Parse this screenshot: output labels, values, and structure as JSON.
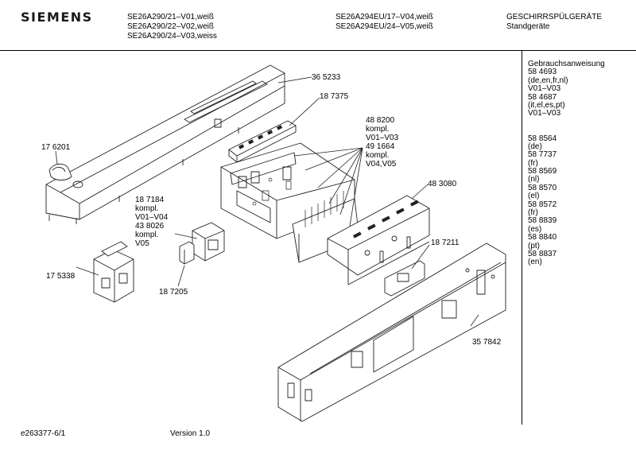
{
  "header": {
    "brand": "SIEMENS",
    "models_a": [
      "SE26A290/21–V01,weiß",
      "SE26A290/22–V02,weiß",
      "SE26A290/24–V03,weiss"
    ],
    "models_b": [
      "SE26A294EU/17–V04,weiß",
      "SE26A294EU/24–V05,weiß"
    ],
    "category": [
      "GESCHIRRSPÜLGERÄTE",
      "Standgeräte"
    ]
  },
  "side_notes": {
    "group1": [
      "Gebrauchsanweisung",
      "58 4693",
      "(de,en,fr,nl)",
      "V01–V03",
      "58 4687",
      "(it,el,es,pt)",
      "V01–V03"
    ],
    "group2": [
      "58 8564",
      "(de)",
      "58 7737",
      "(fr)",
      "58 8569",
      "(nl)",
      "58 8570",
      "(el)",
      "58 8572",
      "(fr)",
      "58 8839",
      "(es)",
      "58 8840",
      "(pt)",
      "58 8837",
      "(en)"
    ]
  },
  "parts": {
    "p365233": "36 5233",
    "p187375": "18 7375",
    "p176201": "17 6201",
    "p488200": [
      "48 8200",
      "kompl.",
      "V01–V03",
      "49 1664",
      "kompl.",
      "V04,V05"
    ],
    "p187184": [
      "18 7184",
      "kompl.",
      "V01–V04",
      "43 8026",
      "kompl.",
      "V05"
    ],
    "p483080": "48 3080",
    "p175338": "17 5338",
    "p187205": "18 7205",
    "p187211": "18 7211",
    "p357842": "35 7842"
  },
  "footer": {
    "doc_id": "e263377-6/1",
    "version": "Version 1.0"
  }
}
